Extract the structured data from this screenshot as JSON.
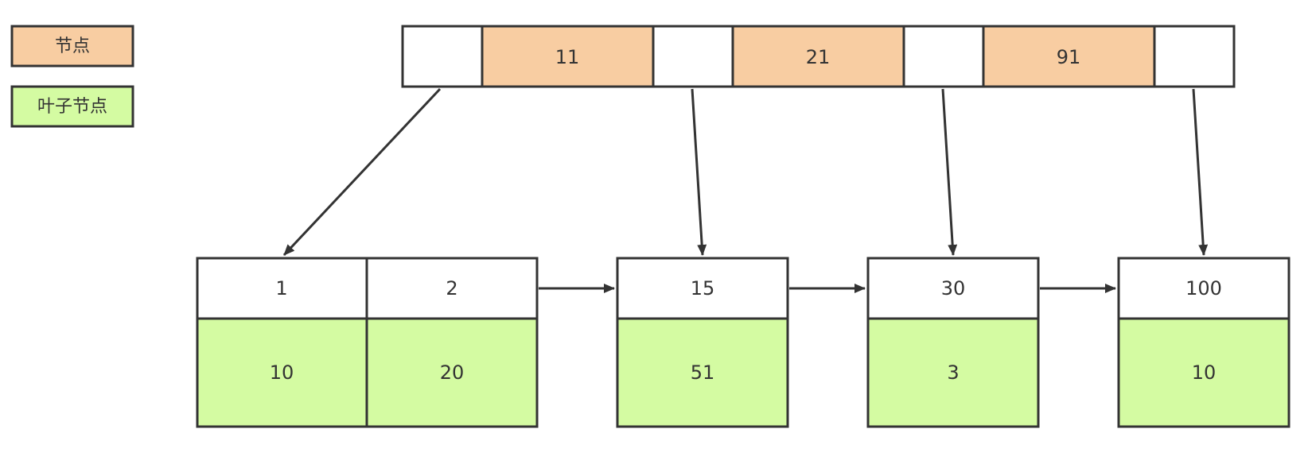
{
  "colors": {
    "node": "#f8cda2",
    "leaf": "#d4fba2",
    "empty": "#ffffff",
    "stroke": "#333333"
  },
  "legend": [
    {
      "label": "节点",
      "kind": "node"
    },
    {
      "label": "叶子节点",
      "kind": "leaf"
    }
  ],
  "root": {
    "keys": [
      "11",
      "21",
      "91"
    ]
  },
  "leaves": [
    {
      "keys": [
        "1",
        "2"
      ],
      "values": [
        "10",
        "20"
      ]
    },
    {
      "keys": [
        "15"
      ],
      "values": [
        "51"
      ]
    },
    {
      "keys": [
        "30"
      ],
      "values": [
        "3"
      ]
    },
    {
      "keys": [
        "100"
      ],
      "values": [
        "10"
      ]
    }
  ]
}
